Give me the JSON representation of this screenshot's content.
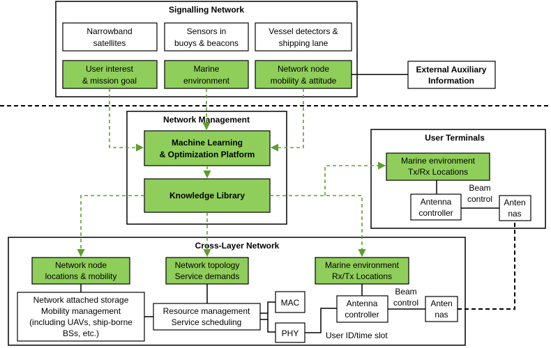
{
  "signalling": {
    "title": "Signalling Network",
    "narrowband": [
      "Narrowband",
      "satellites"
    ],
    "sensors": [
      "Sensors in",
      "buoys & beacons"
    ],
    "vessel": [
      "Vessel detectors &",
      "shipping lane"
    ],
    "user_interest": [
      "User interest",
      "& mission goal"
    ],
    "marine_env": [
      "Marine",
      "environment"
    ],
    "node_mobility": [
      "Network node",
      "mobility & attitude"
    ]
  },
  "external": [
    "External Auxiliary",
    "Information"
  ],
  "management": {
    "title": "Network Management",
    "ml_platform": [
      "Machine Learning",
      "& Optimization Platform"
    ],
    "knowledge": "Knowledge Library"
  },
  "terminals": {
    "title": "User Terminals",
    "locations": [
      "Marine environment",
      "Tx/Rx Locations"
    ],
    "beam": [
      "Beam",
      "control"
    ],
    "antenna_ctrl": [
      "Antenna",
      "controller"
    ],
    "antennas": [
      "Anten",
      "nas"
    ]
  },
  "crosslayer": {
    "title": "Cross-Layer Network",
    "node_locations": [
      "Network node",
      "locations & mobility"
    ],
    "topology": [
      "Network topology",
      "Service demands"
    ],
    "locations": [
      "Marine environment",
      "Rx/Tx Locations"
    ],
    "storage": [
      "Network attached storage",
      "Mobility management",
      "(including UAVs, ship-borne",
      "BSs, etc.)"
    ],
    "resource": [
      "Resource management",
      "Service scheduling"
    ],
    "mac": "MAC",
    "phy": "PHY",
    "user_id": "User ID/time slot",
    "beam": [
      "Beam",
      "control"
    ],
    "antenna_ctrl": [
      "Antenna",
      "controller"
    ],
    "antennas": [
      "Anten",
      "nas"
    ]
  }
}
